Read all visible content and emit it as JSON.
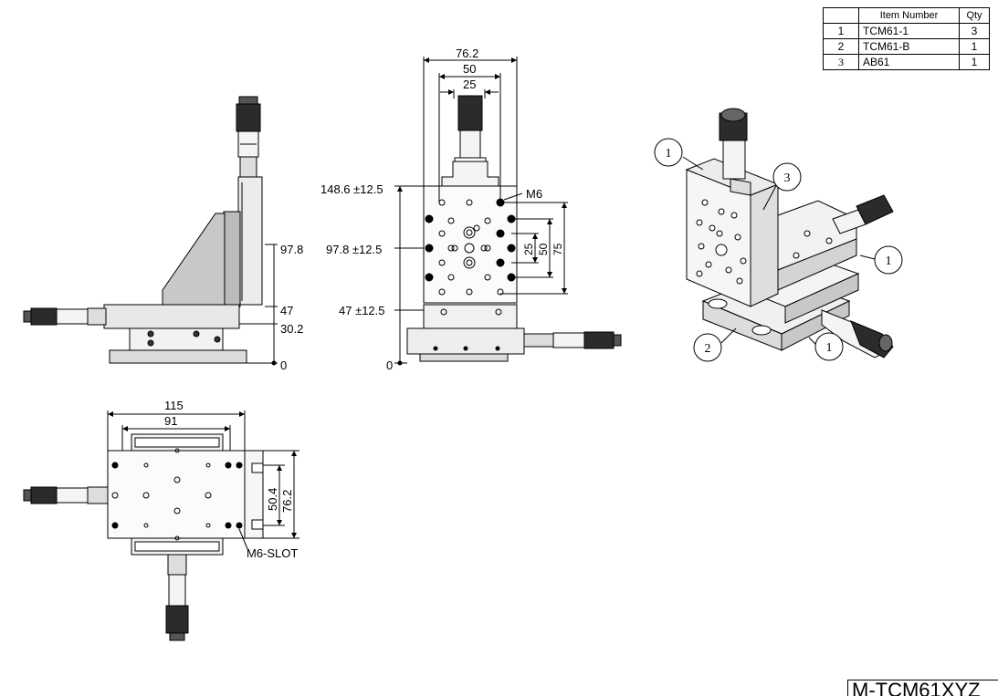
{
  "bom": {
    "headers": [
      "",
      "Item Number",
      "Qty"
    ],
    "rows": [
      {
        "index": "1",
        "item": "TCM61-1",
        "qty": "3"
      },
      {
        "index": "2",
        "item": "TCM61-B",
        "qty": "1"
      },
      {
        "index": "3",
        "item": "AB61",
        "qty": "1"
      }
    ]
  },
  "side_view": {
    "dims": [
      "97.8",
      "47",
      "30.2",
      "0"
    ]
  },
  "front_view": {
    "width_dims": [
      "76.2",
      "50",
      "25"
    ],
    "height_dims": [
      "148.6 ±12.5",
      "97.8 ±12.5",
      "47 ±12.5",
      "0"
    ],
    "hole_dims": [
      "25",
      "50",
      "75"
    ],
    "thread_label": "M6"
  },
  "top_view": {
    "width_dims": [
      "115",
      "91"
    ],
    "height_dims": [
      "50.4",
      "76.2"
    ],
    "slot_label": "M6-SLOT"
  },
  "iso_view": {
    "callouts": [
      "1",
      "3",
      "1",
      "2",
      "1"
    ]
  },
  "part_number": "M-TCM61XYZ"
}
